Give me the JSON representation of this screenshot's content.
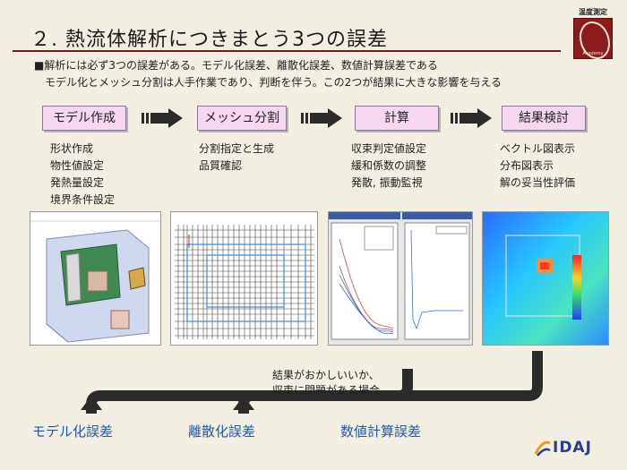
{
  "title": "２. 熱流体解析につきまとう3つの誤差",
  "logo": {
    "top_text": "温度測定",
    "mark_text": "Academy"
  },
  "intro": {
    "line1": "■解析には必ず3つの誤差がある。モデル化誤差、離散化誤差、数値計算誤差である",
    "line2": "　モデル化とメッシュ分割は人手作業であり、判断を伴う。この2つが結果に大きな影響を与える"
  },
  "stages": [
    {
      "label": "モデル作成",
      "tasks": [
        "形状作成",
        "物性値設定",
        "発熱量設定",
        "境界条件設定"
      ]
    },
    {
      "label": "メッシュ分割",
      "tasks": [
        "分割指定と生成",
        "品質確認"
      ]
    },
    {
      "label": "計算",
      "tasks": [
        "収束判定値設定",
        "緩和係数の調整",
        "発散, 振動監視"
      ]
    },
    {
      "label": "結果検討",
      "tasks": [
        "ベクトル図表示",
        "分布図表示",
        "解の妥当性評価"
      ]
    }
  ],
  "feedback_note": {
    "line1": "結果がおかしいいか、",
    "line2": "収束に問題がある場合"
  },
  "errors": [
    "モデル化誤差",
    "離散化誤差",
    "数値計算誤差"
  ],
  "brand": "IDAJ",
  "colors": {
    "stage_fill": "#f5d8ef",
    "error_text": "#2457a8",
    "title_rule": "#7a1a1a",
    "arrow": "#2b2b2b"
  }
}
